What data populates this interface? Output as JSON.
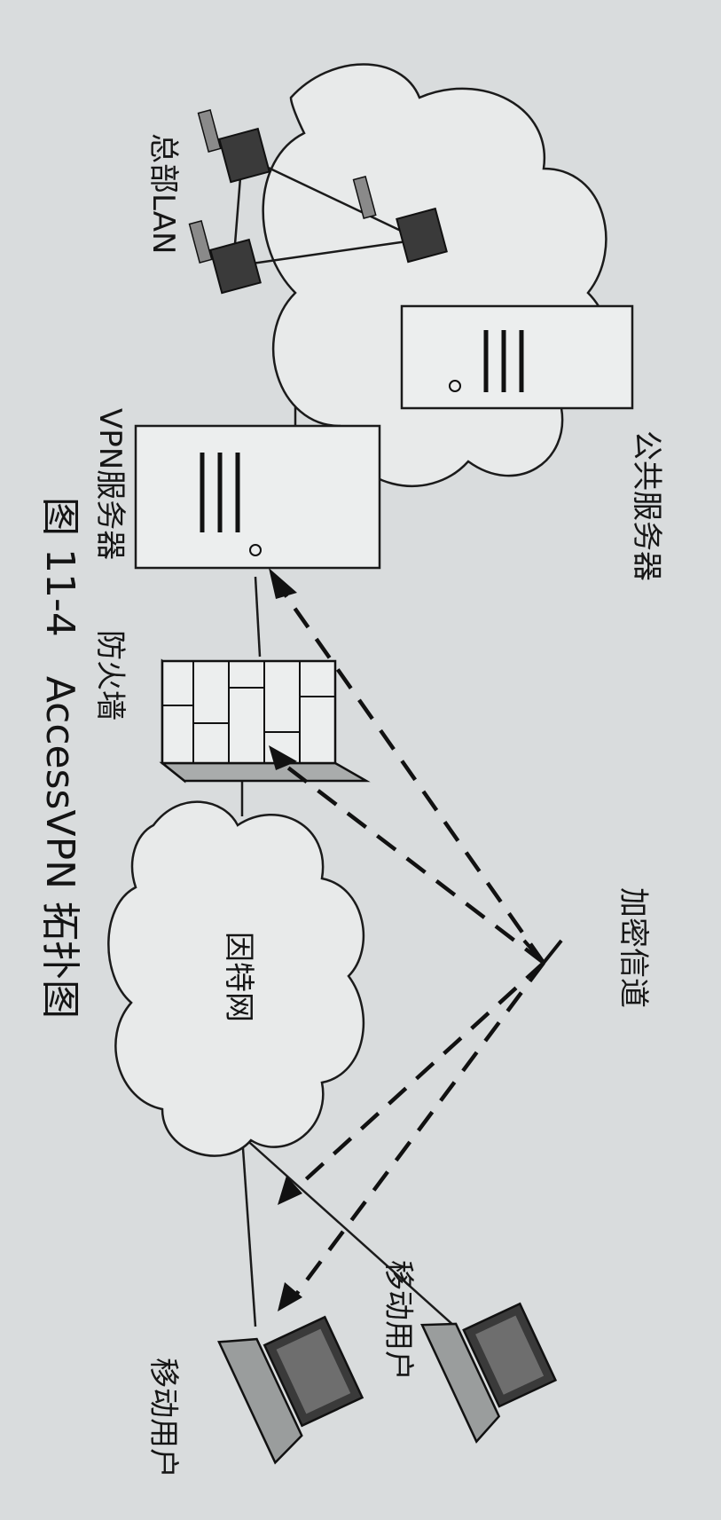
{
  "caption": "图 11-4　AccessVPN 拓扑图",
  "labels": {
    "hq_lan": "总部LAN",
    "public_server": "公共服务器",
    "vpn_server": "VPN服务器",
    "firewall": "防火墙",
    "internet": "因特网",
    "encrypted_tunnel": "加密信道",
    "mobile_user_1": "移动用户",
    "mobile_user_2": "移动用户"
  },
  "colors": {
    "background": "#d9dcdd",
    "ink": "#1b1b1b",
    "box_fill": "#eceeee",
    "device": "#3a3a3a"
  }
}
